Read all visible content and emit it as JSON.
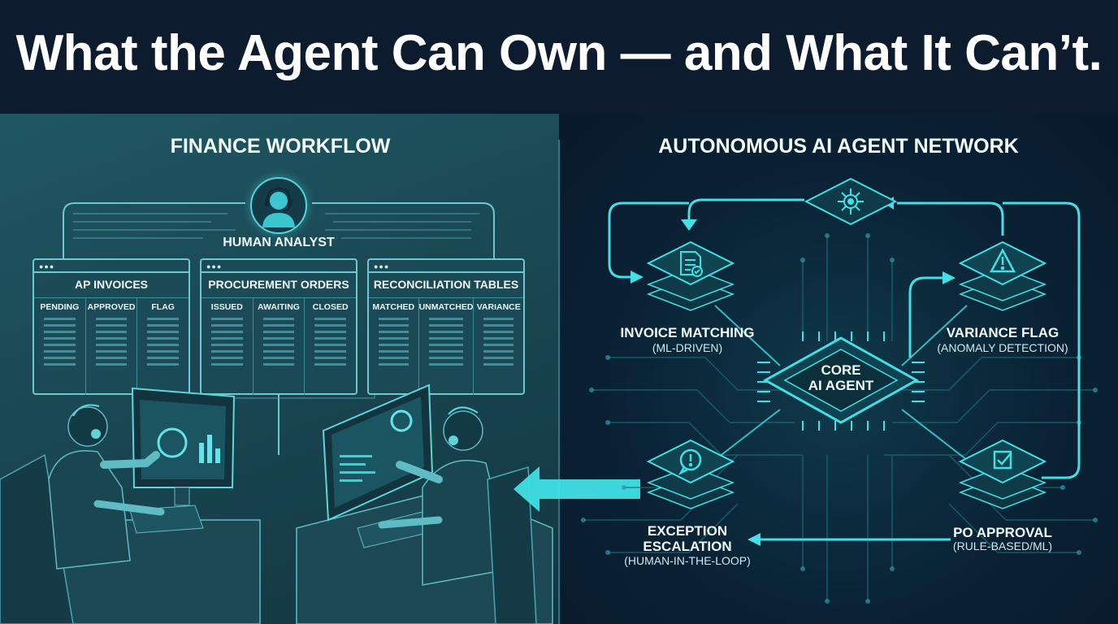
{
  "title": "What the Agent Can Own — and What It Can’t.",
  "left": {
    "heading": "FINANCE WORKFLOW",
    "analyst": {
      "label": "HUMAN ANALYST",
      "icon": "headset-user-icon"
    },
    "cards": [
      {
        "title": "AP INVOICES",
        "columns": [
          "PENDING",
          "APPROVED",
          "FLAG"
        ]
      },
      {
        "title": "PROCUREMENT ORDERS",
        "columns": [
          "ISSUED",
          "AWAITING",
          "CLOSED"
        ]
      },
      {
        "title": "RECONCILIATION TABLES",
        "columns": [
          "MATCHED",
          "UNMATCHED",
          "VARIANCE"
        ]
      }
    ]
  },
  "right": {
    "heading": "AUTONOMOUS AI AGENT NETWORK",
    "core": {
      "line1": "CORE",
      "line2": "AI AGENT"
    },
    "nodes": {
      "invoice": {
        "label": "INVOICE MATCHING",
        "sub": "(ML-DRIVEN)",
        "icon": "document-check-icon"
      },
      "variance": {
        "label": "VARIANCE FLAG",
        "sub": "(ANOMALY DETECTION)",
        "icon": "warning-triangle-icon"
      },
      "exception": {
        "line1": "EXCEPTION",
        "line2": "ESCALATION",
        "sub": "(HUMAN-IN-THE-LOOP)",
        "icon": "alert-bubble-icon"
      },
      "po": {
        "label": "PO APPROVAL",
        "sub": "(RULE-BASED/ML)",
        "icon": "checkbox-icon"
      },
      "hub": {
        "icon": "network-hub-icon"
      }
    }
  },
  "colors": {
    "accent": "#3fe0e6",
    "accent_dim": "#2a9aa3",
    "bg_dark": "#0d1b2e",
    "panel_left": "#1a4853",
    "panel_right": "#0a2235"
  }
}
